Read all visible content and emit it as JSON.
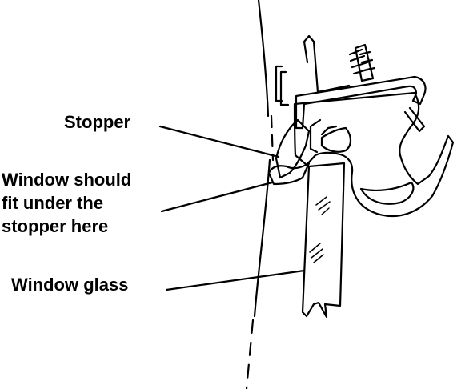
{
  "labels": {
    "stopper": "Stopper",
    "fit_line1": "Window should",
    "fit_line2": "fit under the",
    "fit_line3": "stopper here",
    "glass": "Window glass"
  },
  "colors": {
    "ink": "#000000",
    "background": "#ffffff"
  }
}
